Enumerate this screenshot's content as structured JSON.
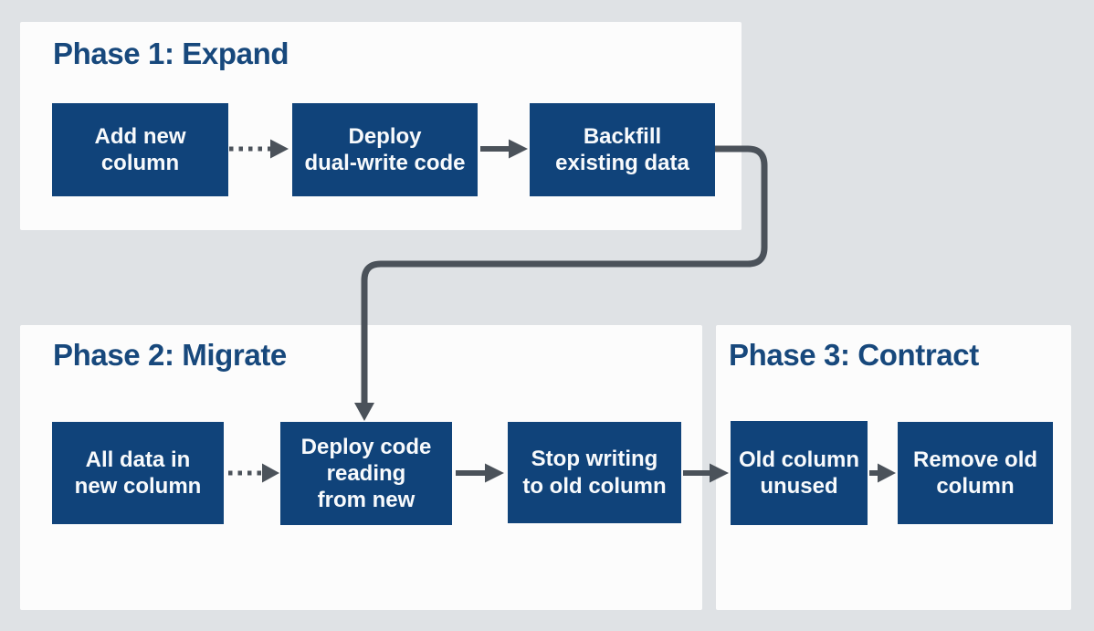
{
  "colors": {
    "bg": "#dfe2e5",
    "panel": "#fcfcfc",
    "box": "#10437a",
    "boxtext": "#f8fafc",
    "title": "#17487c",
    "arrow": "#4b525a"
  },
  "phases": [
    {
      "title": "Phase 1: Expand",
      "boxes": [
        {
          "label": "Add new\ncolumn"
        },
        {
          "label": "Deploy\ndual-write code"
        },
        {
          "label": "Backfill\nexisting data"
        }
      ]
    },
    {
      "title": "Phase 2: Migrate",
      "boxes": [
        {
          "label": "All data in\nnew column"
        },
        {
          "label": "Deploy code\nreading\nfrom new"
        },
        {
          "label": "Stop writing\nto old column"
        }
      ]
    },
    {
      "title": "Phase 3: Contract",
      "boxes": [
        {
          "label": "Old column\nunused"
        },
        {
          "label": "Remove old\ncolumn"
        }
      ]
    }
  ],
  "connectors": [
    {
      "from": "Add new column",
      "to": "Deploy dual-write code",
      "style": "dotted"
    },
    {
      "from": "Deploy dual-write code",
      "to": "Backfill existing data",
      "style": "solid"
    },
    {
      "from": "Backfill existing data",
      "to": "Deploy code reading from new",
      "style": "solid-elbow"
    },
    {
      "from": "All data in new column",
      "to": "Deploy code reading from new",
      "style": "dotted"
    },
    {
      "from": "Deploy code reading from new",
      "to": "Stop writing to old column",
      "style": "solid"
    },
    {
      "from": "Stop writing to old column",
      "to": "Old column unused",
      "style": "solid"
    },
    {
      "from": "Old column unused",
      "to": "Remove old column",
      "style": "solid"
    }
  ]
}
